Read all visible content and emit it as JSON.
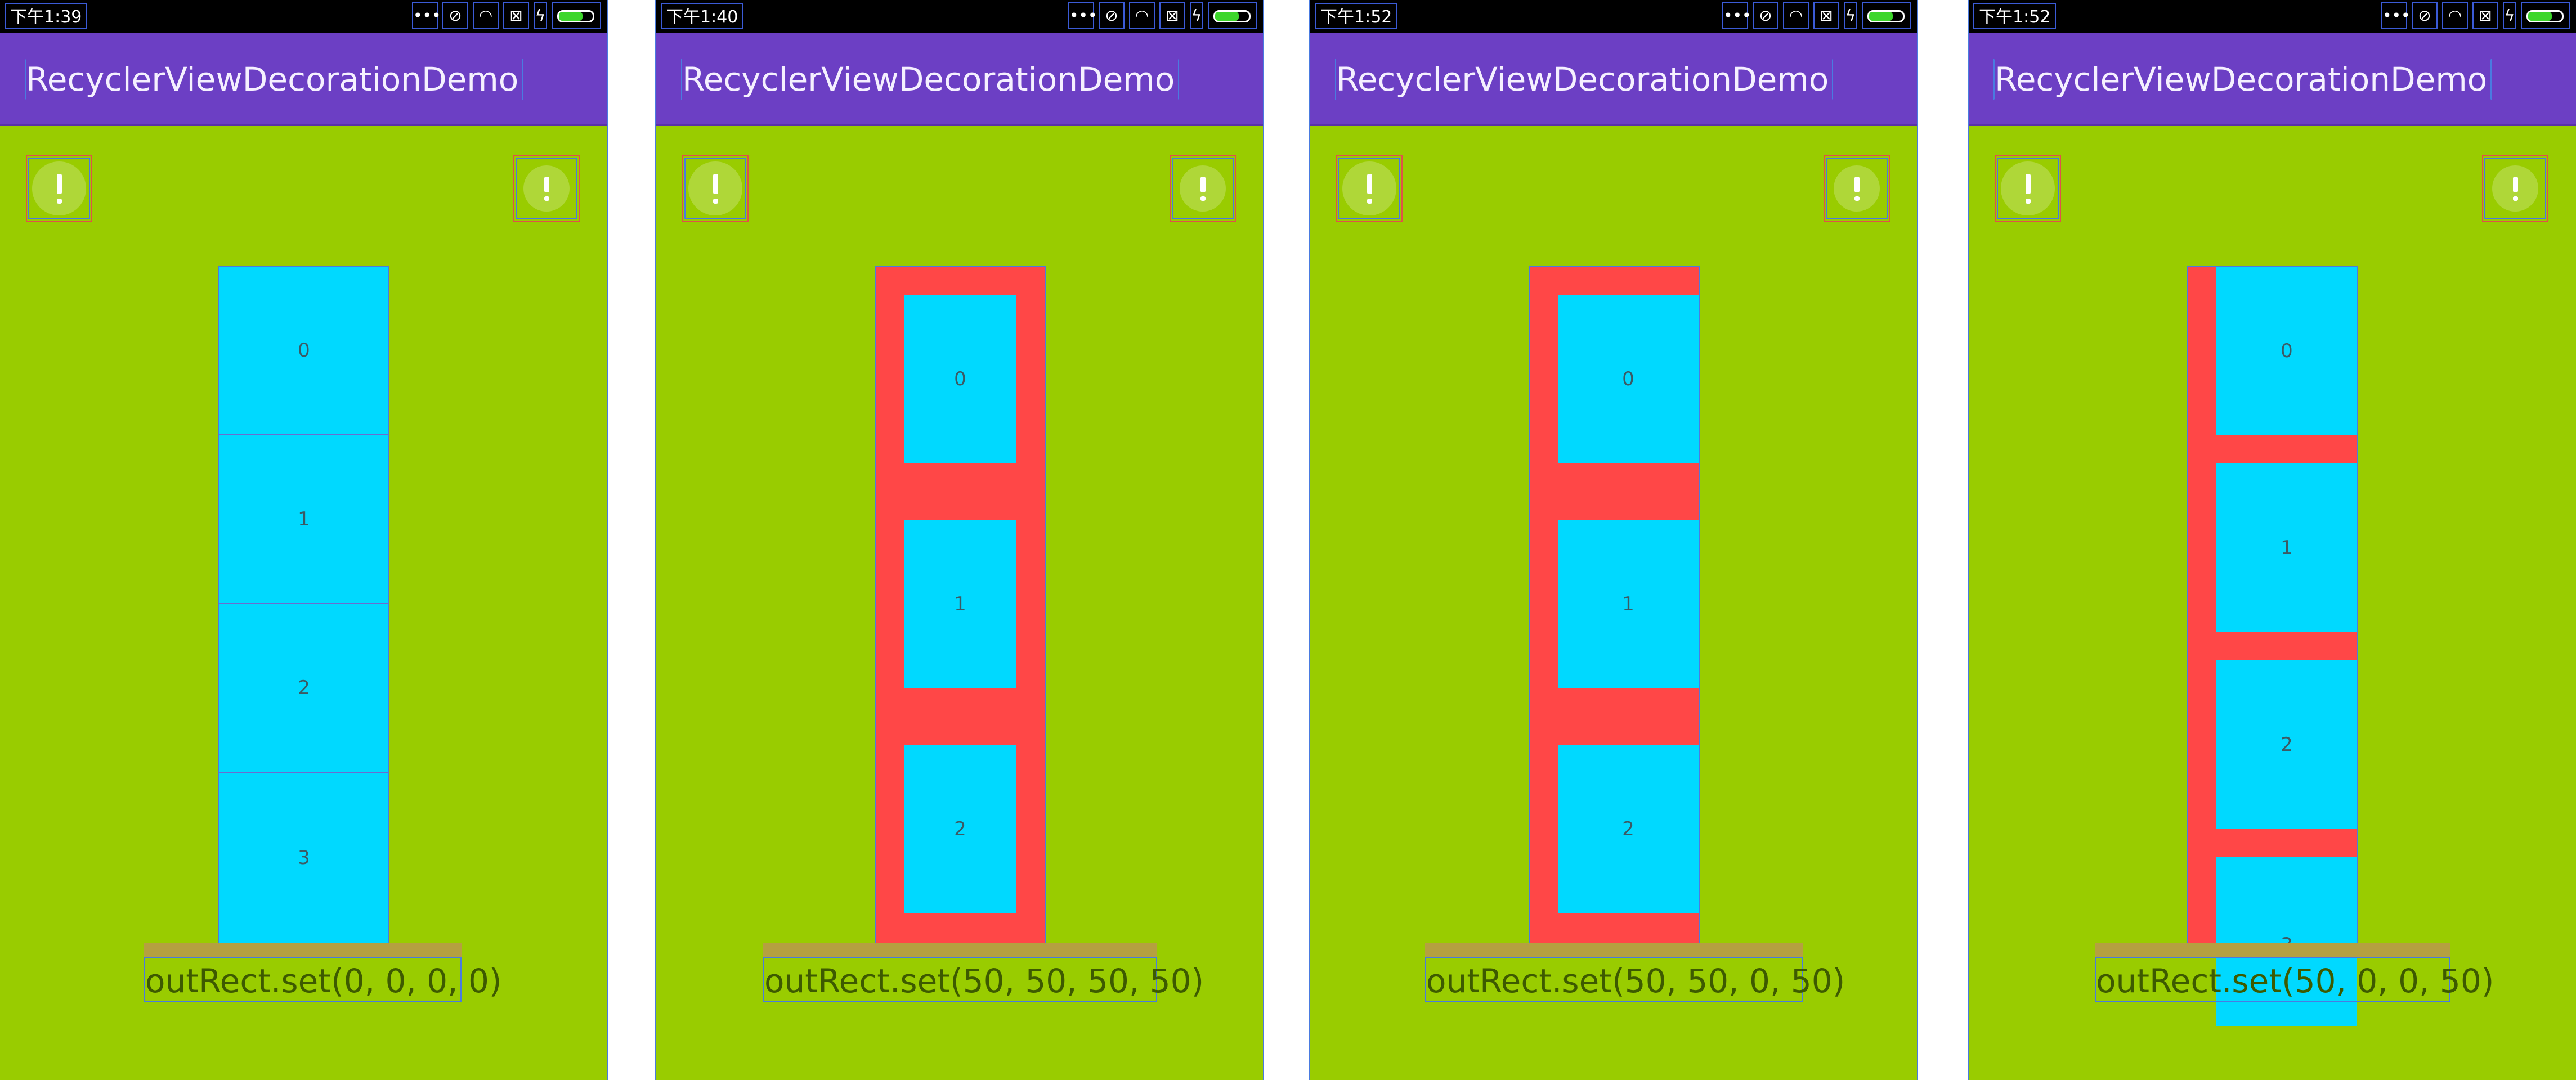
{
  "colors": {
    "app_background": "#99cc00",
    "toolbar": "#6c3fc4",
    "item": "#00d9ff",
    "decoration": "#ff4747",
    "caption_bar": "#b5a040",
    "status_bar": "#000000"
  },
  "app": {
    "title": "RecyclerViewDecorationDemo"
  },
  "status_icons": [
    "more-dots-icon",
    "alarm-off-icon",
    "wifi-icon",
    "sim-x-icon",
    "charging-icon",
    "battery-icon"
  ],
  "screens": [
    {
      "time": "下午1:39",
      "items": [
        "0",
        "1",
        "2",
        "3"
      ],
      "caption": "outRect.set(0, 0, 0, 0)"
    },
    {
      "time": "下午1:40",
      "items": [
        "0",
        "1",
        "2"
      ],
      "caption": "outRect.set(50, 50, 50, 50)"
    },
    {
      "time": "下午1:52",
      "items": [
        "0",
        "1",
        "2"
      ],
      "caption": "outRect.set(50, 50, 0, 50)"
    },
    {
      "time": "下午1:52",
      "items": [
        "0",
        "1",
        "2",
        "3"
      ],
      "caption": "outRect.set(50, 0, 0, 50)"
    }
  ]
}
